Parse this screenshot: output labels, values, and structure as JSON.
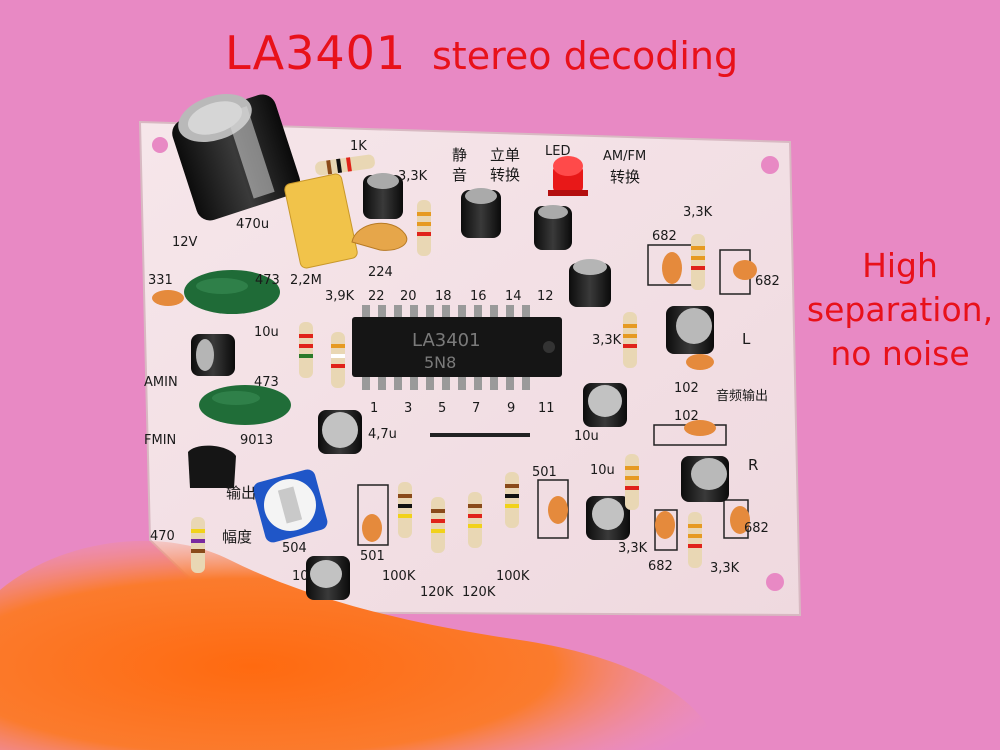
{
  "overlay": {
    "chip_title": "LA3401",
    "description": "stereo decoding",
    "side_line1": "High",
    "side_line2": "separation,",
    "side_line3": "no noise"
  },
  "pcb": {
    "chip_marking_1": "LA3401",
    "chip_marking_2": "5N8",
    "labels": {
      "r1k": "1K",
      "r3k3_top": "3,3K",
      "mute_1": "静",
      "mute_2": "音",
      "switch_1": "立单",
      "switch_2": "转换",
      "led": "LED",
      "amfm": "AM/FM",
      "amfm_switch": "转换",
      "cap_470u": "470u",
      "v12": "12V",
      "c331": "331",
      "c473a": "473",
      "r22m": "2,2M",
      "r39k": "3,9K",
      "c224": "224",
      "pin22": "22",
      "pin20": "20",
      "pin18": "18",
      "pin16": "16",
      "pin14": "14",
      "pin12": "12",
      "pin1": "1",
      "pin3": "3",
      "pin5": "5",
      "pin7": "7",
      "pin9": "9",
      "pin11": "11",
      "c10u_a": "10u",
      "amin": "AMIN",
      "c473b": "473",
      "fmin": "FMIN",
      "t9013": "9013",
      "c47u": "4,7u",
      "r3k3_right_top": "3,3K",
      "c682_top": "682",
      "c682_top2": "682",
      "r3k3_mid": "3,3K",
      "out_l": "L",
      "c102a": "102",
      "audio_out": "音频输出",
      "c102b": "102",
      "out_r": "R",
      "c10u_b": "10u",
      "c10u_c": "10u",
      "r501_a": "501",
      "out_level_1": "输出",
      "out_level_2": "幅度",
      "r470": "470",
      "r504": "504",
      "r501_b": "501",
      "r100k_a": "100K",
      "r120k_a": "120K",
      "r120k_b": "120K",
      "r100k_b": "100K",
      "r3k3_bottom": "3,3K",
      "c682_bottom": "682",
      "r3k3_br": "3,3K",
      "c682_br": "682",
      "c10_bottom": "10"
    }
  }
}
